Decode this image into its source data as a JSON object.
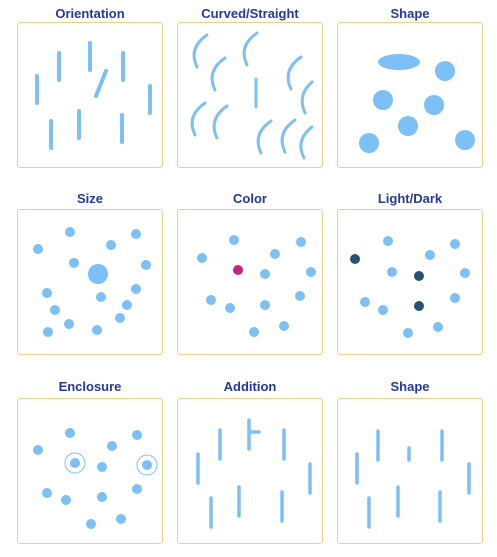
{
  "panels": [
    {
      "title": "Orientation"
    },
    {
      "title": "Curved/Straight"
    },
    {
      "title": "Shape"
    },
    {
      "title": "Size"
    },
    {
      "title": "Color"
    },
    {
      "title": "Light/Dark"
    },
    {
      "title": "Enclosure"
    },
    {
      "title": "Addition"
    },
    {
      "title": "Shape"
    }
  ],
  "colors": {
    "title": "#2438a8",
    "border": "#f2cf85",
    "element": "#7cc0f5",
    "magenta": "#c8218c",
    "dark": "#25536f"
  }
}
